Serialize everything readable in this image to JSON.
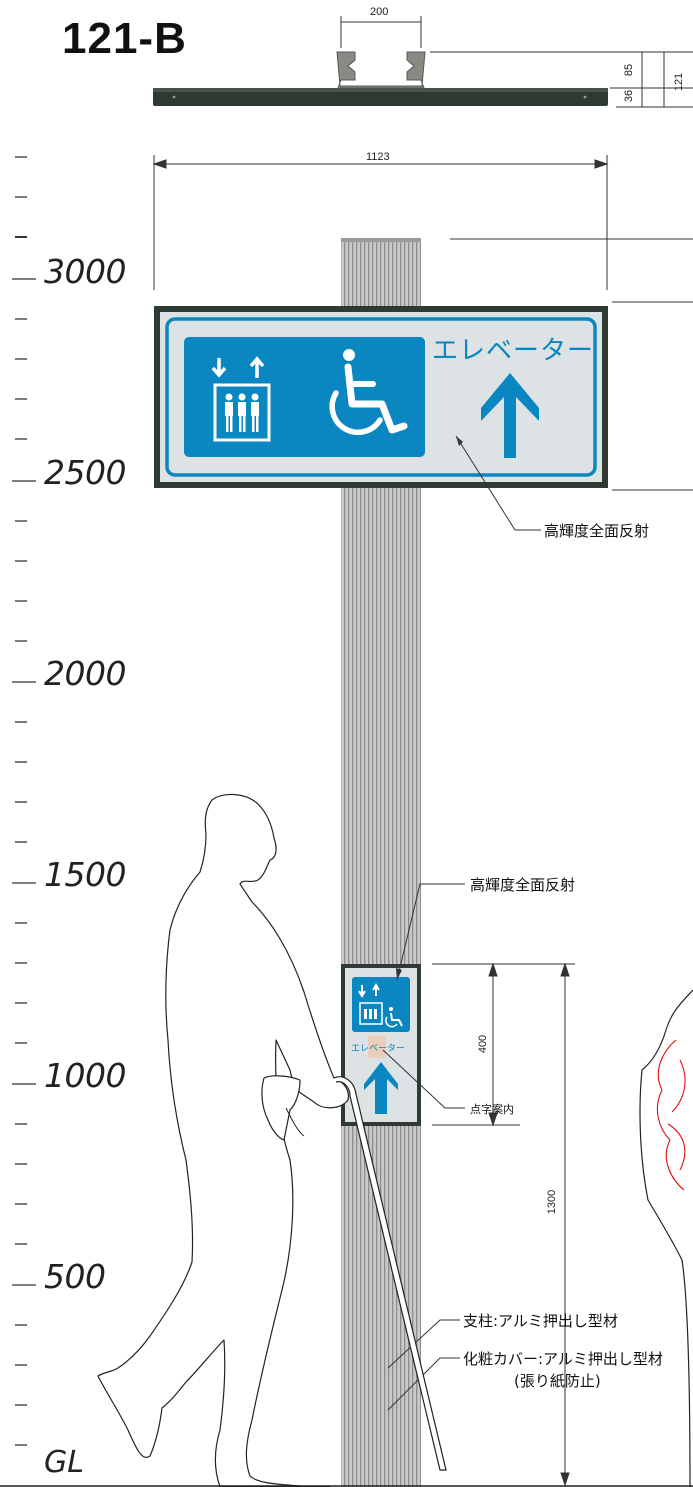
{
  "drawing": {
    "title": "121-B"
  },
  "dimensions": {
    "top_width": "200",
    "top_height_upper": "85",
    "top_height_lower": "36",
    "top_height_total": "121",
    "sign_width": "1123",
    "small_sign_height": "400",
    "small_sign_elevation": "1300"
  },
  "height_scale": {
    "labels": [
      "3000",
      "2500",
      "2000",
      "1500",
      "1000",
      "500"
    ],
    "ground_label": "GL"
  },
  "large_sign": {
    "text": "エレベーター",
    "icons": [
      "elevator-icon",
      "wheelchair-icon",
      "arrow-up-icon"
    ],
    "note": "高輝度全面反射"
  },
  "small_sign": {
    "text": "エレベーター",
    "note_top": "高輝度全面反射",
    "note_braille": "点字案内"
  },
  "materials": {
    "post": "支柱:アルミ押出し型材",
    "cover": "化粧カバー:アルミ押出し型材",
    "cover_sub": "(張り紙防止)"
  },
  "colors": {
    "sign_blue": "#0a86c1",
    "sign_panel": "#dde2e4",
    "frame": "#2f3a33",
    "post": "#b9b9b9"
  }
}
